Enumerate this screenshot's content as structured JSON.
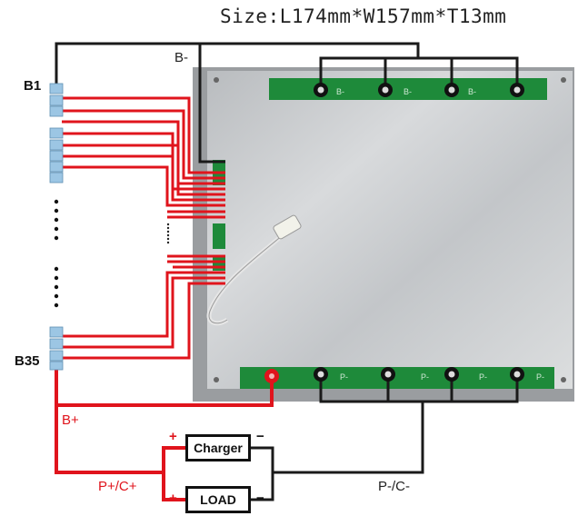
{
  "title": "Size:L174mm*W157mm*T13mm",
  "cell_labels": {
    "first": "B1",
    "last": "B35"
  },
  "wire_labels": {
    "b_minus": "B-",
    "b_plus": "B+",
    "p_plus_c_plus": "P+/C+",
    "p_minus_c_minus": "P-/C-"
  },
  "board": {
    "top_pad_labels": [
      "B-",
      "B-",
      "B-"
    ],
    "bottom_pad_labels": [
      "P-",
      "P-",
      "P-",
      "P-"
    ]
  },
  "devices": {
    "charger": {
      "label": "Charger",
      "plus": "+",
      "minus": "−"
    },
    "load": {
      "label": "LOAD",
      "plus": "+",
      "minus": "−"
    }
  },
  "colors": {
    "positive_wire": "#e0141c",
    "negative_wire": "#1a1a1a",
    "pcb": "#1e8a3a",
    "heatsink": "#c9ccce",
    "cell": "#9cc6e4"
  }
}
